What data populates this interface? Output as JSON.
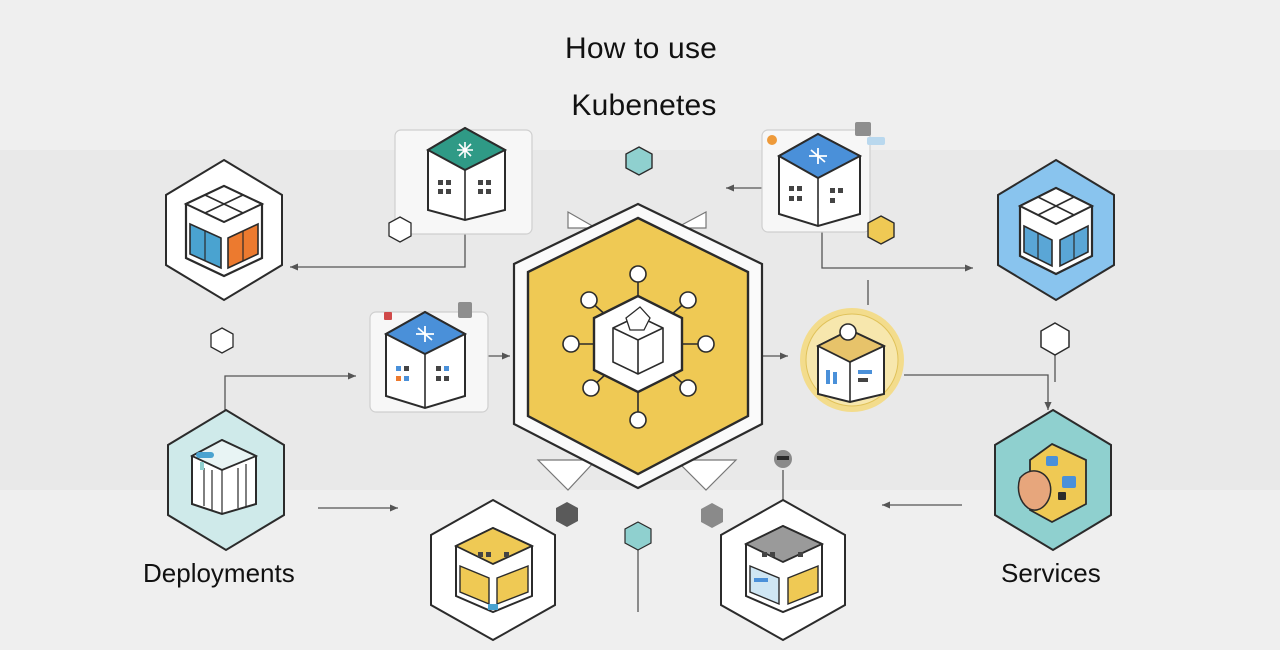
{
  "title": {
    "line1": "How to use",
    "line2": "Kubenetes"
  },
  "labels": {
    "deployments": "Deployments",
    "services": "Services"
  },
  "colors": {
    "background": "#efefef",
    "hub_yellow": "#efc954",
    "blue": "#4a90d9",
    "light_blue": "#89c4ee",
    "teal": "#8fd0cf",
    "teal_dark": "#2f9a86",
    "orange": "#ec7a2f",
    "outline": "#2b2b2b"
  },
  "icons": [
    "kubernetes-hub-icon",
    "container-node-icon",
    "cube-icon",
    "server-cube-icon",
    "package-icon",
    "connector-arrow-icon"
  ]
}
